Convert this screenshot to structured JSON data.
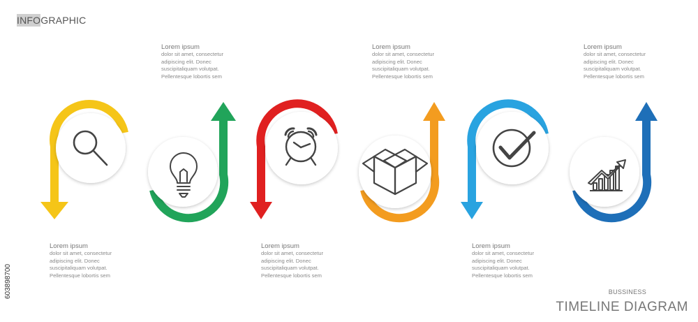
{
  "header": {
    "highlight": "INFO",
    "rest": "GRAPHIC"
  },
  "stock_id": "603898700",
  "steps": [
    {
      "color": "#f5c518",
      "icon": "search-icon",
      "title": "Lorem ipsum",
      "lines": [
        "dolor sit amet, consectetur",
        "adipiscing elit. Donec",
        "suscipitaliquam volutpat.",
        "Pellentesque lobortis sem"
      ]
    },
    {
      "color": "#21a45a",
      "icon": "lightbulb-icon",
      "title": "Lorem ipsum",
      "lines": [
        "dolor sit amet, consectetur",
        "adipiscing elit. Donec",
        "suscipitaliquam volutpat.",
        "Pellentesque lobortis sem"
      ]
    },
    {
      "color": "#e02020",
      "icon": "alarm-clock-icon",
      "title": "Lorem ipsum",
      "lines": [
        "dolor sit amet, consectetur",
        "adipiscing elit. Donec",
        "suscipitaliquam volutpat.",
        "Pellentesque lobortis sem"
      ]
    },
    {
      "color": "#f39c1f",
      "icon": "box-icon",
      "title": "Lorem ipsum",
      "lines": [
        "dolor sit amet, consectetur",
        "adipiscing elit. Donec",
        "suscipitaliquam volutpat.",
        "Pellentesque lobortis sem"
      ]
    },
    {
      "color": "#29a3e0",
      "icon": "checkmark-icon",
      "title": "Lorem ipsum",
      "lines": [
        "dolor sit amet, consectetur",
        "adipiscing elit. Donec",
        "suscipitaliquam volutpat.",
        "Pellentesque lobortis sem"
      ]
    },
    {
      "color": "#1e6fb8",
      "icon": "growth-chart-icon",
      "title": "Lorem ipsum",
      "lines": [
        "dolor sit amet, consectetur",
        "adipiscing elit. Donec",
        "suscipitaliquam volutpat.",
        "Pellentesque lobortis sem"
      ]
    }
  ],
  "footer": {
    "subtitle": "BUSSINESS",
    "title": "TIMELINE DIAGRAM"
  }
}
